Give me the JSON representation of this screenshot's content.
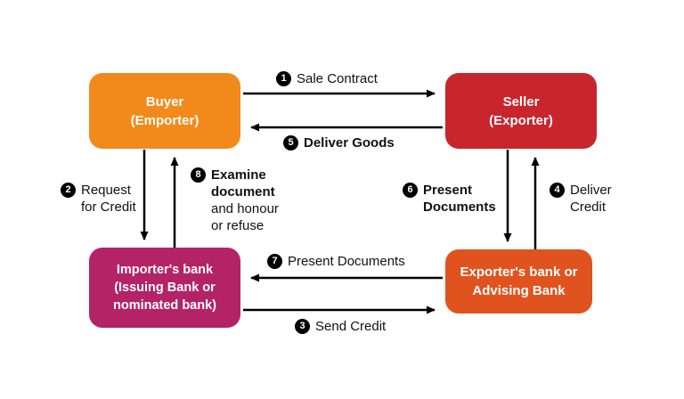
{
  "nodes": {
    "buyer": {
      "line1": "Buyer",
      "line2": "(Emporter)"
    },
    "seller": {
      "line1": "Seller",
      "line2": "(Exporter)"
    },
    "importer_bank": {
      "line1": "Importer's bank",
      "line2": "(Issuing Bank or",
      "line3": "nominated bank)"
    },
    "exporter_bank": {
      "line1": "Exporter's bank or",
      "line2": "Advising Bank"
    }
  },
  "labels": {
    "sale_contract": {
      "num": "1",
      "text": "Sale Contract"
    },
    "deliver_goods": {
      "num": "5",
      "text": "Deliver Goods"
    },
    "request_credit": {
      "num": "2",
      "line1": "Request",
      "line2": "for Credit"
    },
    "examine": {
      "num": "8",
      "line1": "Examine",
      "line2": "document",
      "line3": "and honour",
      "line4": "or refuse"
    },
    "present_docs_right": {
      "num": "6",
      "line1": "Present",
      "line2": "Documents"
    },
    "deliver_credit": {
      "num": "4",
      "line1": "Deliver",
      "line2": "Credit"
    },
    "present_docs_bottom": {
      "num": "7",
      "text": "Present Documents"
    },
    "send_credit": {
      "num": "3",
      "text": "Send Credit"
    }
  },
  "colors": {
    "buyer": "#F28A1B",
    "seller": "#C9252C",
    "importer_bank": "#B42365",
    "exporter_bank": "#E0531F",
    "arrow": "#000000",
    "badge": "#000000"
  }
}
